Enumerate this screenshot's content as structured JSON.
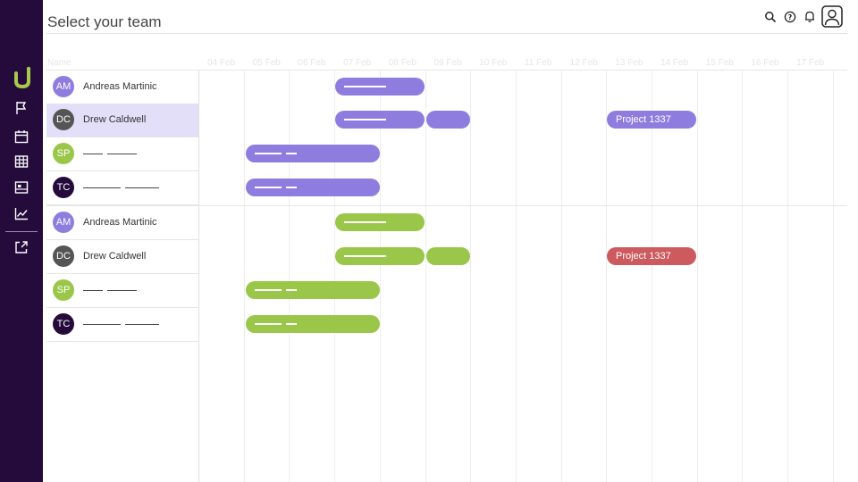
{
  "app": {
    "logo_letter": "U"
  },
  "sidebar": {
    "items": [
      {
        "name": "flag-icon"
      },
      {
        "name": "calendar-icon"
      },
      {
        "name": "table-icon"
      },
      {
        "name": "board-icon"
      },
      {
        "name": "chart-icon"
      },
      {
        "name": "external-link-icon"
      }
    ]
  },
  "header": {
    "title": "Select your team",
    "icons": [
      "search-icon",
      "help-icon",
      "bell-icon",
      "user-icon"
    ]
  },
  "timeline": {
    "name_column_label": "Name",
    "dates": [
      "04 Feb",
      "05 Feb",
      "06 Feb",
      "07 Feb",
      "08 Feb",
      "09 Feb",
      "10 Feb",
      "11 Feb",
      "12 Feb",
      "13 Feb",
      "14 Feb",
      "15 Feb",
      "16 Feb",
      "17 Feb"
    ]
  },
  "colors": {
    "sidebar": "#240b3b",
    "purple_bar": "#8e7ddf",
    "green_bar": "#9ac64a",
    "red_bar": "#cc5a5e",
    "selected_row": "#e4dff8"
  },
  "groups": [
    {
      "rows": [
        {
          "initials": "AM",
          "name": "Andreas Martinic",
          "avatar_color": "#8e7ddf",
          "selected": false
        },
        {
          "initials": "DC",
          "name": "Drew Caldwell",
          "avatar_color": "#555555",
          "selected": true
        },
        {
          "initials": "SP",
          "name": "",
          "avatar_color": "#9ac64a",
          "selected": false
        },
        {
          "initials": "TC",
          "name": "",
          "avatar_color": "#240b3b",
          "selected": false
        }
      ]
    },
    {
      "rows": [
        {
          "initials": "AM",
          "name": "Andreas Martinic",
          "avatar_color": "#8e7ddf",
          "selected": false
        },
        {
          "initials": "DC",
          "name": "Drew Caldwell",
          "avatar_color": "#555555",
          "selected": false
        },
        {
          "initials": "SP",
          "name": "",
          "avatar_color": "#9ac64a",
          "selected": false
        },
        {
          "initials": "TC",
          "name": "",
          "avatar_color": "#240b3b",
          "selected": false
        }
      ]
    }
  ],
  "bars": {
    "label_1337": "Project 1337"
  }
}
